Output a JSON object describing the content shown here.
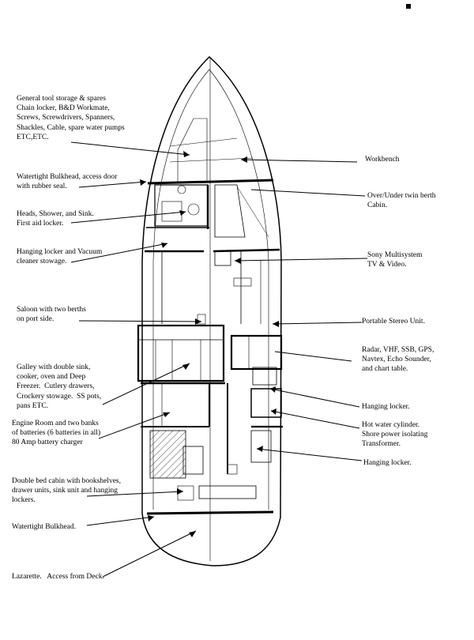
{
  "labels": {
    "tool_storage": "General tool storage & spares\nChain locker, B&D Workmate,\nScrews, Screwdrivers, Spanners,\nShackles, Cable, spare water pumps\nETC,ETC.",
    "watertight_bulkhead_fwd": "Watertight Bulkhead, access door\nwith rubber seal.",
    "heads": "Heads, Shower, and Sink.\nFirst aid locker.",
    "hanging_locker_vacuum": "Hanging locker and Vacuum\ncleaner stowage.",
    "saloon": "Saloon with two berths\non port side.",
    "galley": "Galley with double sink,\ncooker, oven and Deep\nFreezer.  Cutlery drawers,\nCrockery stowage.  SS pots,\npans ETC.",
    "engine_room": "Engine Room and two banks\nof batteries (6 batteries in all)\n80 Amp battery charger",
    "double_bed": "Double bed cabin with bookshelves,\ndrawer units, sink unit and hanging\nlockers.",
    "watertight_bulkhead_aft": "Watertight Bulkhead.",
    "lazarette": "Lazarette.   Access from Deck.",
    "workbench": "Workbench",
    "twin_berth": "Over/Under twin berth\nCabin.",
    "sony": "Sony Multisystem\nTV & Video.",
    "stereo": "Portable Stereo Unit.",
    "nav": "Radar, VHF, SSB, GPS,\nNavtex, Echo Sounder,\nand chart table.",
    "hanging_locker_1": "Hanging locker.",
    "hot_water": "Hot water cylinder.\nShore power isolating\nTransformer.",
    "hanging_locker_2": "Hanging locker."
  }
}
